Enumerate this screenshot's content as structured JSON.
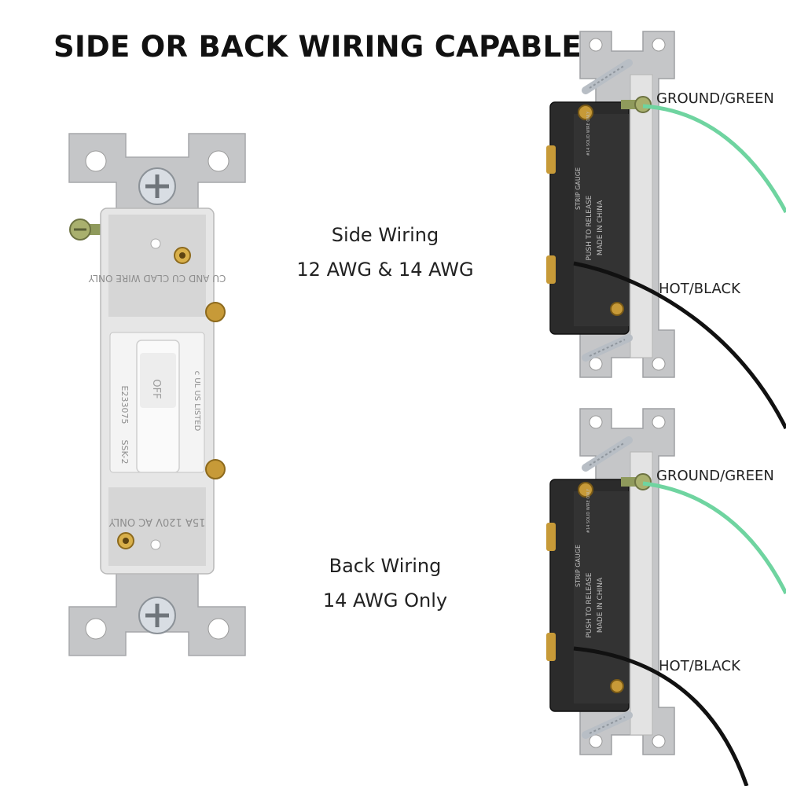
{
  "headline": "SIDE OR BACK WIRING CAPABLE",
  "side_wiring": {
    "title": "Side Wiring",
    "detail": "12 AWG & 14 AWG"
  },
  "back_wiring": {
    "title": "Back Wiring",
    "detail": "14 AWG Only"
  },
  "top_switch": {
    "ground_label": "GROUND/GREEN",
    "hot_label": "HOT/BLACK"
  },
  "bottom_switch": {
    "ground_label": "GROUND/GREEN",
    "hot_label": "HOT/BLACK"
  },
  "switch_face": {
    "top_markings": "CU AND CU CLAD WIRE ONLY",
    "rating_markings": "15A 120V AC ONLY",
    "toggle_label": "OFF",
    "model_code": "E233075",
    "sku": "SSK-2",
    "listing": "c UL US LISTED"
  },
  "back_body_text": {
    "strip_gauge": "STRIP GAUGE",
    "release": "PUSH TO RELEASE",
    "origin": "MADE IN CHINA",
    "solid_wire": "#14 SOLID WIRE ONLY"
  },
  "colors": {
    "ground_wire": "#6fd4a0",
    "hot_wire": "#111111",
    "plate": "#c9cacc",
    "body": "#2a2a2a"
  }
}
